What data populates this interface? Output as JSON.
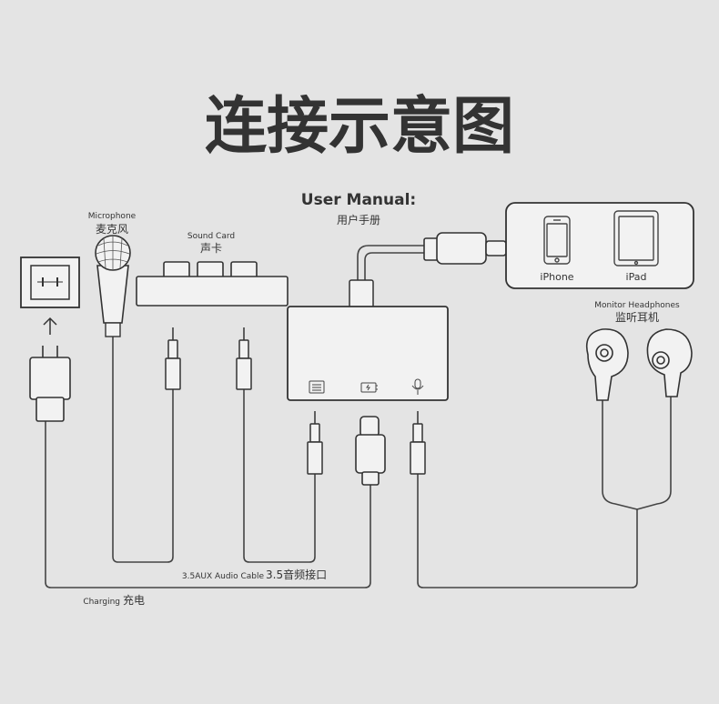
{
  "title": "连接示意图",
  "manual": {
    "en": "User Manual:",
    "cn": "用户手册"
  },
  "microphone": {
    "en": "Microphone",
    "cn": "麦克风"
  },
  "sound_card": {
    "en": "Sound Card",
    "cn": "声卡"
  },
  "devices": {
    "phone": "iPhone",
    "tablet": "iPad"
  },
  "headphones": {
    "en": "Monitor Headphones",
    "cn": "监听耳机"
  },
  "aux_cable": {
    "en": "3.5AUX Audio Cable",
    "cn": "3.5音频接口"
  },
  "charging": {
    "en": "Charging",
    "cn": "充电"
  }
}
